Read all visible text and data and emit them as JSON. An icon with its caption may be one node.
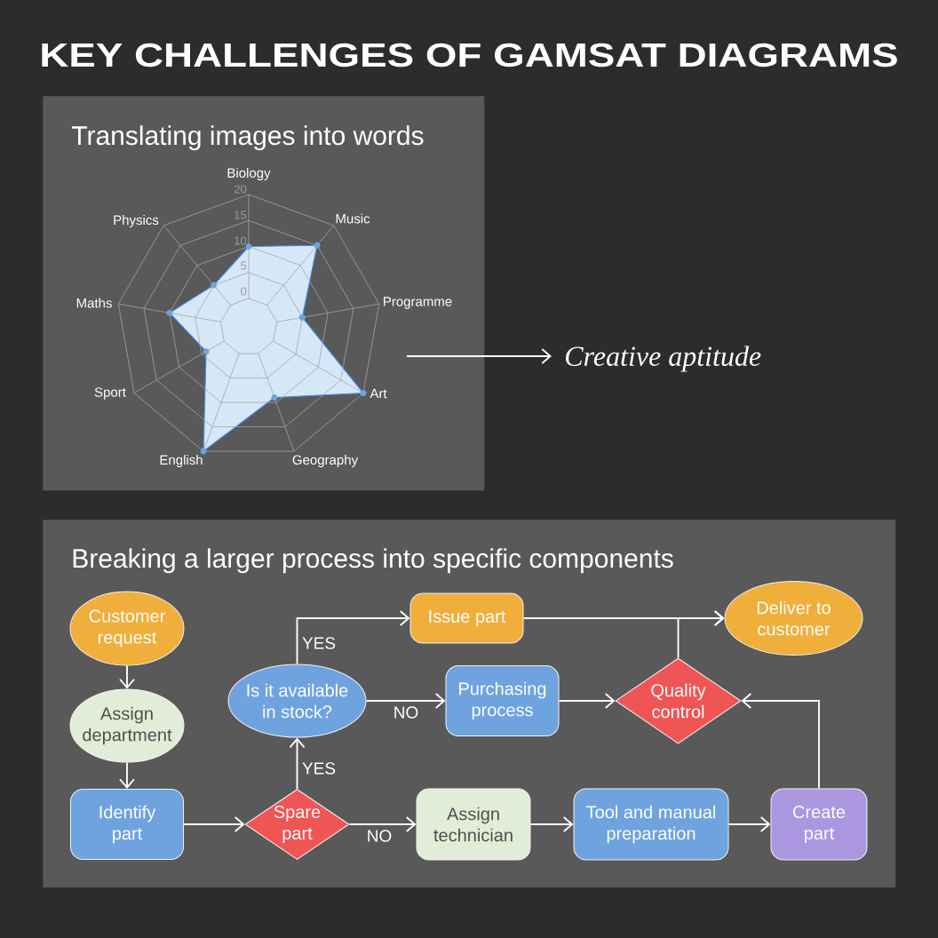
{
  "diagram": {
    "title": "KEY CHALLENGES OF GAMSAT DIAGRAMS",
    "nodes": [
      {
        "text": [
          "Translating images into words"
        ]
      },
      {
        "text": [],
        "shape": "picture",
        "in": 0
      },
      {
        "text": [
          "Creative aptitude"
        ]
      },
      {
        "text": [
          "Breaking a larger process into specific components"
        ]
      },
      {
        "text": [
          "Customer request"
        ],
        "in": 3
      },
      {
        "text": [
          "Assign department"
        ],
        "in": 3
      },
      {
        "text": [
          "Identify part"
        ],
        "in": 3
      },
      {
        "text": [
          "Spare part"
        ],
        "in": 3
      },
      {
        "text": [
          "Is it available in stock?"
        ],
        "in": 3
      },
      {
        "text": [
          "Issue part"
        ],
        "in": 3
      },
      {
        "text": [
          "Purchasing process"
        ],
        "in": 3
      },
      {
        "text": [
          "Quality control"
        ],
        "in": 3
      },
      {
        "text": [
          "Deliver to customer"
        ],
        "in": 3
      },
      {
        "text": [
          "Assign technician"
        ],
        "in": 3
      },
      {
        "text": [
          "Tool and manual preparation"
        ],
        "in": 3
      },
      {
        "text": [
          "Create part"
        ],
        "in": 3
      }
    ],
    "edges": [
      {
        "from": 1,
        "to": 2,
        "arrow": "to"
      },
      {
        "from": 4,
        "to": 5,
        "arrow": "to"
      },
      {
        "from": 5,
        "to": 6,
        "arrow": "to"
      },
      {
        "from": 6,
        "to": 7,
        "arrow": "to"
      },
      {
        "from": 7,
        "to": 8,
        "arrow": "to",
        "label": "YES"
      },
      {
        "from": 7,
        "to": 13,
        "arrow": "to",
        "label": "NO"
      },
      {
        "from": 8,
        "to": 9,
        "arrow": "to",
        "label": "YES"
      },
      {
        "from": 8,
        "to": 10,
        "arrow": "to",
        "label": "NO"
      },
      {
        "from": 9,
        "to": 12,
        "arrow": "to"
      },
      {
        "from": 11,
        "to": 12,
        "arrow": "to"
      },
      {
        "from": 10,
        "to": 11,
        "arrow": "to"
      },
      {
        "from": 13,
        "to": 14,
        "arrow": "to"
      },
      {
        "from": 14,
        "to": 15,
        "arrow": "to"
      },
      {
        "from": 15,
        "to": 11,
        "arrow": "to"
      }
    ],
    "labels": [
      "Biology",
      "Music",
      "Programme",
      "Art",
      "Geography",
      "English",
      "Sport",
      "Maths",
      "Physics",
      "20",
      "15",
      "10",
      "5",
      "0"
    ]
  }
}
